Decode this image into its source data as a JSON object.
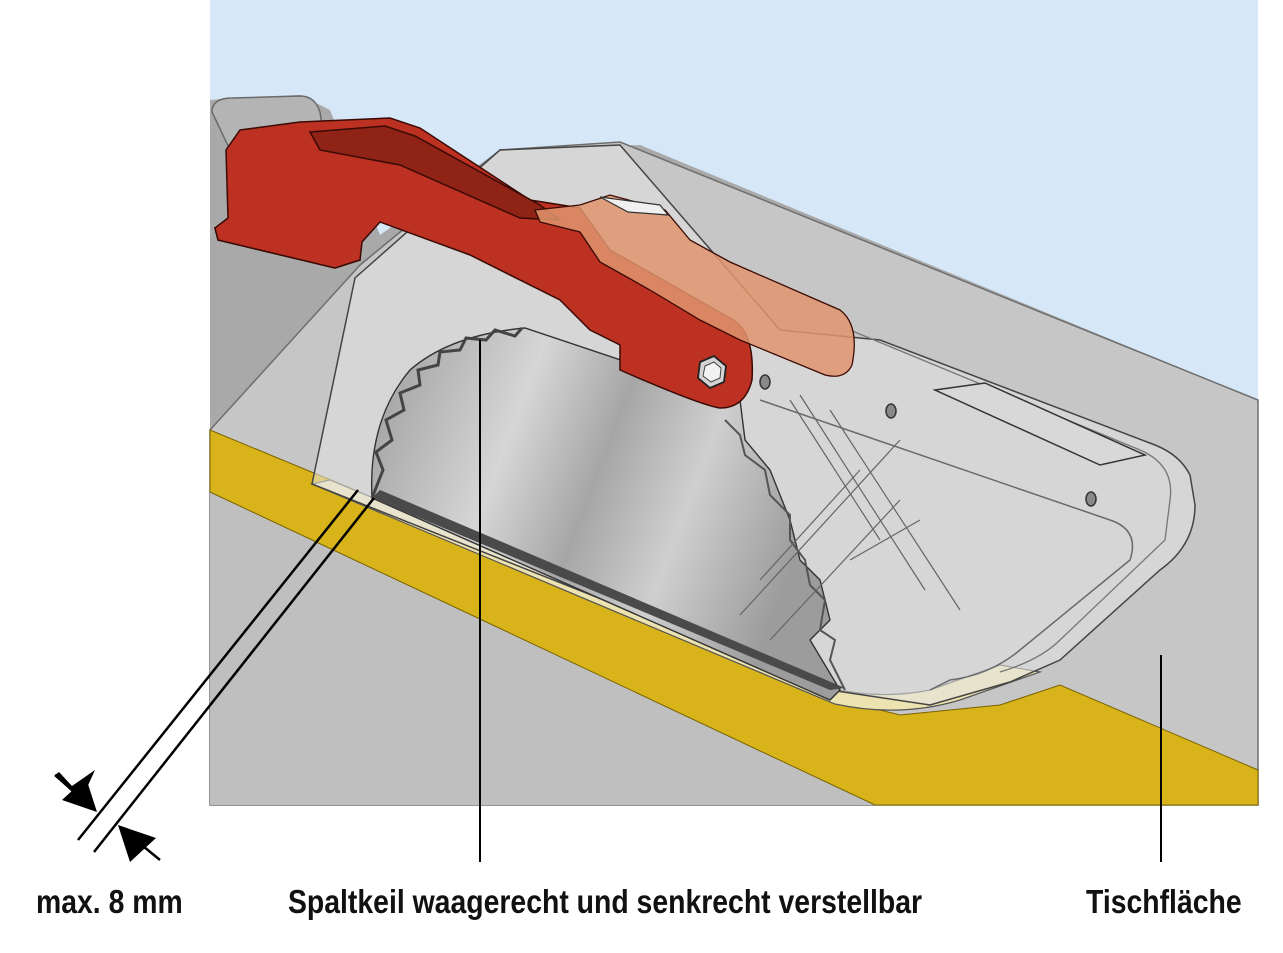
{
  "labels": {
    "gap": "max. 8 mm",
    "riving_knife": "Spaltkeil waagerecht und senkrecht verstellbar",
    "table_surface": "Tischfläche"
  },
  "colors": {
    "sky": "#d6e8f8",
    "table": "#c6c6c6",
    "table_dark": "#a9a9a9",
    "yellow_strip": "#d8b31a",
    "guard_red": "#bd3122",
    "guard_red_dark": "#8e2316",
    "guard_transparent": "#e8e8e8",
    "blade": "#b8b8b8",
    "text": "#111111"
  },
  "icons": [
    "arrow-right-icon",
    "arrow-left-icon",
    "hex-bolt-icon"
  ]
}
